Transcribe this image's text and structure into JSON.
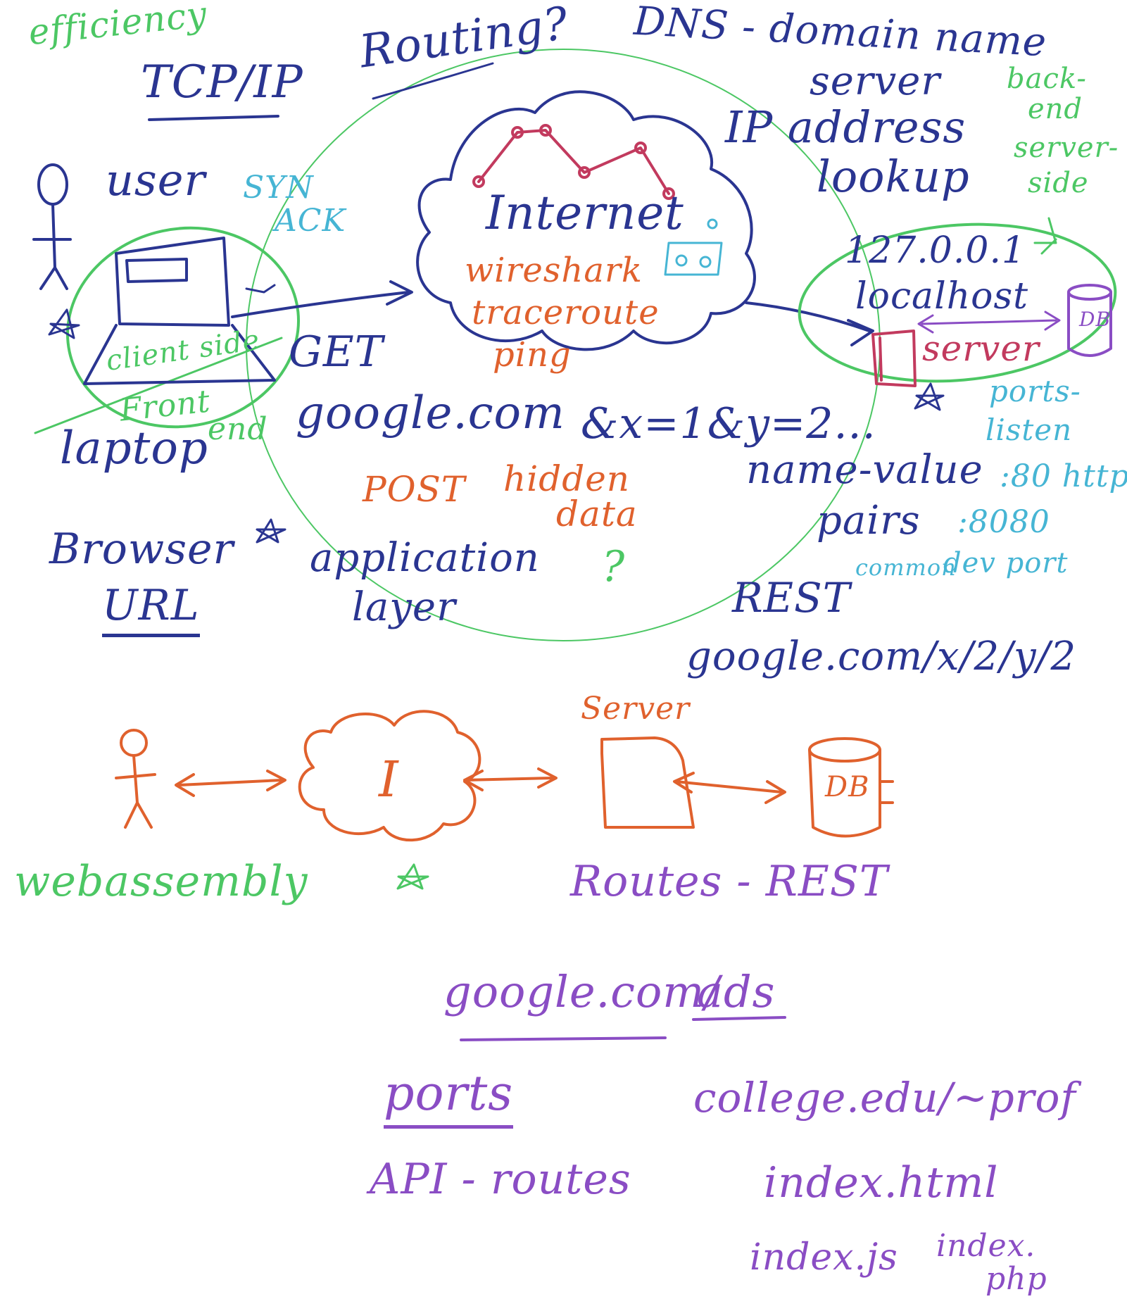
{
  "colors": {
    "blue": "#2a3591",
    "green": "#4cc764",
    "orange": "#e0612d",
    "purple": "#8a4dc4",
    "cyan": "#46b5d4",
    "crimson": "#c23a5e"
  },
  "top": {
    "efficiency": "efficiency",
    "tcp_ip": "TCP/IP",
    "routing": "Routing?",
    "dns_line1": "DNS - domain name",
    "dns_line2": "server",
    "ip_line1": "IP address",
    "ip_line2": "lookup"
  },
  "backend": {
    "line1": "back-",
    "line2": "end",
    "line3": "server-",
    "line4": "side"
  },
  "client": {
    "user": "user",
    "syn": "SYN",
    "ack": "ACK",
    "client_side": "client side",
    "front": "Front",
    "end": "end",
    "laptop": "laptop",
    "browser": "Browser",
    "url": "URL"
  },
  "cloud": {
    "internet": "Internet",
    "wireshark": "wireshark",
    "traceroute": "traceroute",
    "ping": "ping"
  },
  "request": {
    "get": "GET",
    "google": "google.com",
    "query": "&x=1&y=2...",
    "name_value": "name-value",
    "pairs": "pairs",
    "post": "POST",
    "hidden": "hidden",
    "data": "data",
    "question": "?",
    "application": "application",
    "layer": "layer",
    "rest": "REST",
    "rest_url": "google.com/x/2/y/2"
  },
  "server": {
    "localhost_ip": "127.0.0.1",
    "localhost": "localhost",
    "server": "server",
    "db": "DB"
  },
  "ports": {
    "ports_listen_1": "ports-",
    "ports_listen_2": "listen",
    "http": ":80 http",
    "dev": ":8080",
    "common": "common",
    "dev_port": "dev port"
  },
  "diagram2": {
    "internet": "I",
    "server": "Server",
    "db": "DB",
    "webassembly": "webassembly",
    "routes_rest": "Routes - REST"
  },
  "bottom": {
    "google_ads_1": "google.com/",
    "google_ads_2": "ads",
    "ports": "ports",
    "api_routes": "API - routes",
    "college": "college.edu/~prof",
    "index_html": "index.html",
    "index_js": "index.js",
    "index_php_1": "index.",
    "index_php_2": "php"
  }
}
